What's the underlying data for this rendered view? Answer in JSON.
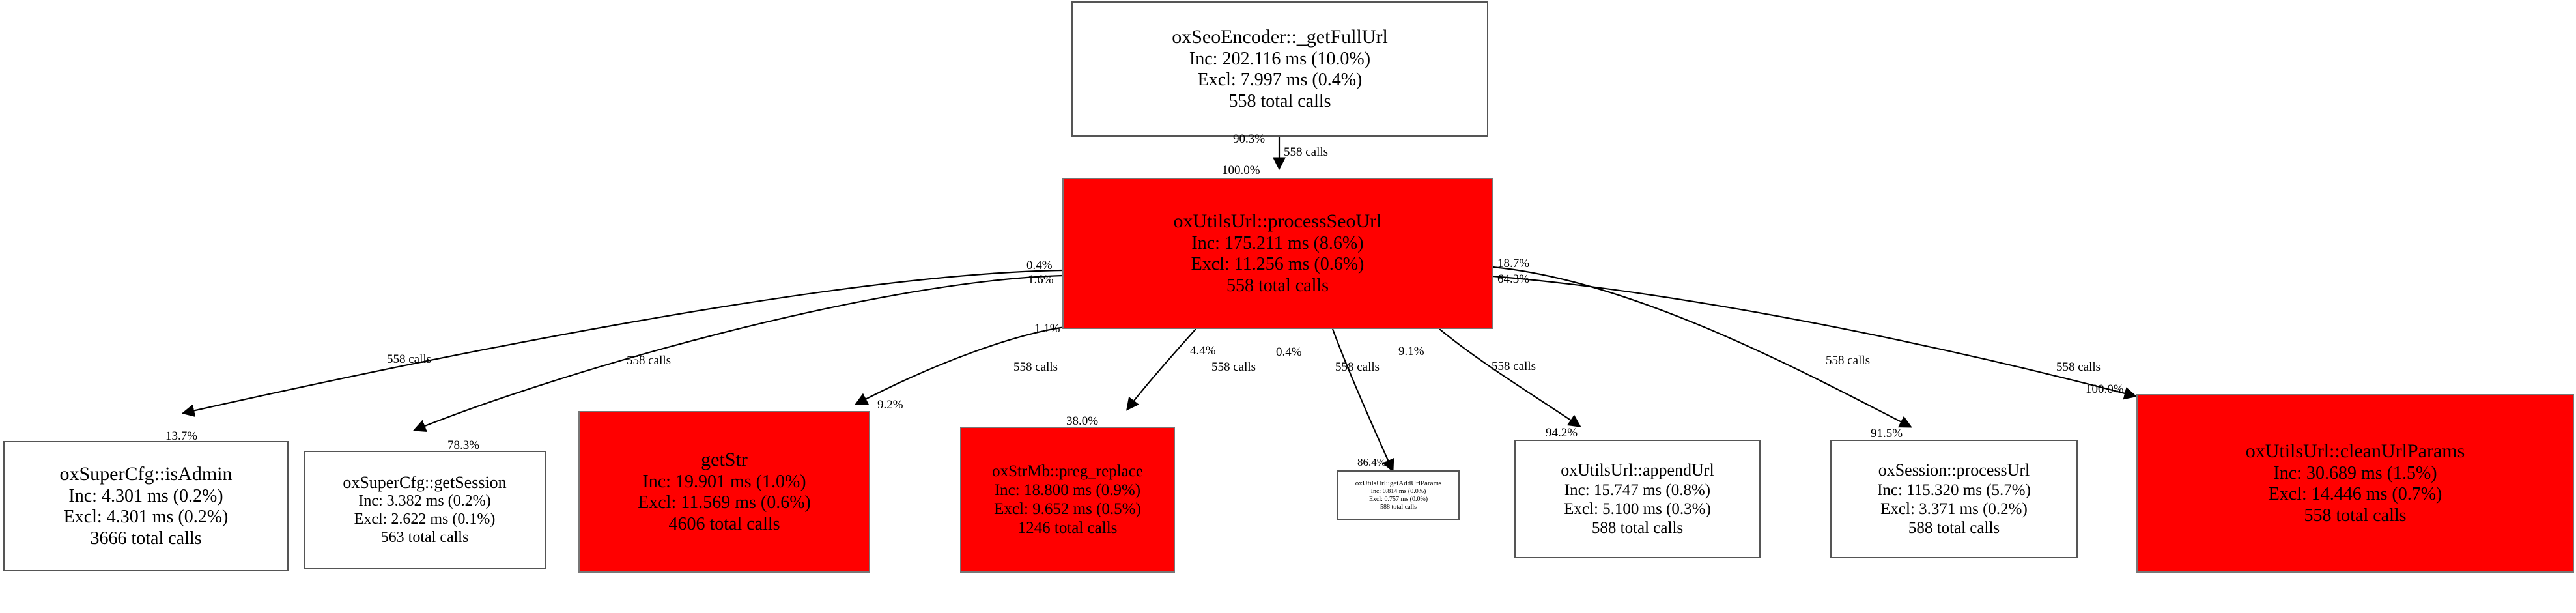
{
  "graph": {
    "kind": "profiler-call-graph",
    "colors": {
      "hot_node": "#ff0000",
      "normal_node": "#ffffff",
      "border": "#555555",
      "text": "#000000",
      "edge": "#000000"
    },
    "nodes": [
      {
        "id": "getFullUrl",
        "name": "oxSeoEncoder::_getFullUrl",
        "inc": "Inc: 202.116 ms (10.0%)",
        "excl": "Excl: 7.997 ms (0.4%)",
        "calls": "558 total calls",
        "hot": false
      },
      {
        "id": "processSeoUrl",
        "name": "oxUtilsUrl::processSeoUrl",
        "inc": "Inc: 175.211 ms (8.6%)",
        "excl": "Excl: 11.256 ms (0.6%)",
        "calls": "558 total calls",
        "hot": true
      },
      {
        "id": "isAdmin",
        "name": "oxSuperCfg::isAdmin",
        "inc": "Inc: 4.301 ms (0.2%)",
        "excl": "Excl: 4.301 ms (0.2%)",
        "calls": "3666 total calls",
        "hot": false
      },
      {
        "id": "getSession",
        "name": "oxSuperCfg::getSession",
        "inc": "Inc: 3.382 ms (0.2%)",
        "excl": "Excl: 2.622 ms (0.1%)",
        "calls": "563 total calls",
        "hot": false
      },
      {
        "id": "getStr",
        "name": "getStr",
        "inc": "Inc: 19.901 ms (1.0%)",
        "excl": "Excl: 11.569 ms (0.6%)",
        "calls": "4606 total calls",
        "hot": true
      },
      {
        "id": "pregReplace",
        "name": "oxStrMb::preg_replace",
        "inc": "Inc: 18.800 ms (0.9%)",
        "excl": "Excl: 9.652 ms (0.5%)",
        "calls": "1246 total calls",
        "hot": true
      },
      {
        "id": "getAddUrlParams",
        "name": "oxUtilsUrl::getAddUrlParams",
        "inc": "Inc: 0.814 ms (0.0%)",
        "excl": "Excl: 0.757 ms (0.0%)",
        "calls": "588 total calls",
        "hot": false
      },
      {
        "id": "appendUrl",
        "name": "oxUtilsUrl::appendUrl",
        "inc": "Inc: 15.747 ms (0.8%)",
        "excl": "Excl: 5.100 ms (0.3%)",
        "calls": "588 total calls",
        "hot": false
      },
      {
        "id": "processUrl",
        "name": "oxSession::processUrl",
        "inc": "Inc: 115.320 ms (5.7%)",
        "excl": "Excl: 3.371 ms (0.2%)",
        "calls": "588 total calls",
        "hot": false
      },
      {
        "id": "cleanUrlParams",
        "name": "oxUtilsUrl::cleanUrlParams",
        "inc": "Inc: 30.689 ms (1.5%)",
        "excl": "Excl: 14.446 ms (0.7%)",
        "calls": "558 total calls",
        "hot": true
      }
    ],
    "edges": [
      {
        "id": "e1",
        "from": "getFullUrl",
        "to": "processSeoUrl",
        "tail_pct": "90.3%",
        "calls": "558 calls",
        "head_pct": "100.0%"
      },
      {
        "id": "e2",
        "from": "processSeoUrl",
        "to": "isAdmin",
        "tail_pct": "0.4%",
        "calls": "558 calls",
        "head_pct": "13.7%"
      },
      {
        "id": "e3",
        "from": "processSeoUrl",
        "to": "getSession",
        "tail_pct": "1.6%",
        "calls": "558 calls",
        "head_pct": "78.3%"
      },
      {
        "id": "e4",
        "from": "processSeoUrl",
        "to": "getStr",
        "tail_pct": "1.1%",
        "calls": "558 calls",
        "head_pct": "9.2%"
      },
      {
        "id": "e5",
        "from": "processSeoUrl",
        "to": "pregReplace",
        "tail_pct": "4.4%",
        "calls": "558 calls",
        "head_pct": "38.0%"
      },
      {
        "id": "e6",
        "from": "processSeoUrl",
        "to": "getAddUrlParams",
        "tail_pct": "0.4%",
        "calls": "558 calls",
        "head_pct": "86.4%"
      },
      {
        "id": "e7",
        "from": "processSeoUrl",
        "to": "appendUrl",
        "tail_pct": "9.1%",
        "calls": "558 calls",
        "head_pct": "94.2%"
      },
      {
        "id": "e8",
        "from": "processSeoUrl",
        "to": "processUrl",
        "tail_pct": "18.7%",
        "calls": "558 calls",
        "head_pct": "91.5%"
      },
      {
        "id": "e9",
        "from": "processSeoUrl",
        "to": "cleanUrlParams",
        "tail_pct": "64.3%",
        "calls": "558 calls",
        "head_pct": "100.0%"
      }
    ]
  }
}
